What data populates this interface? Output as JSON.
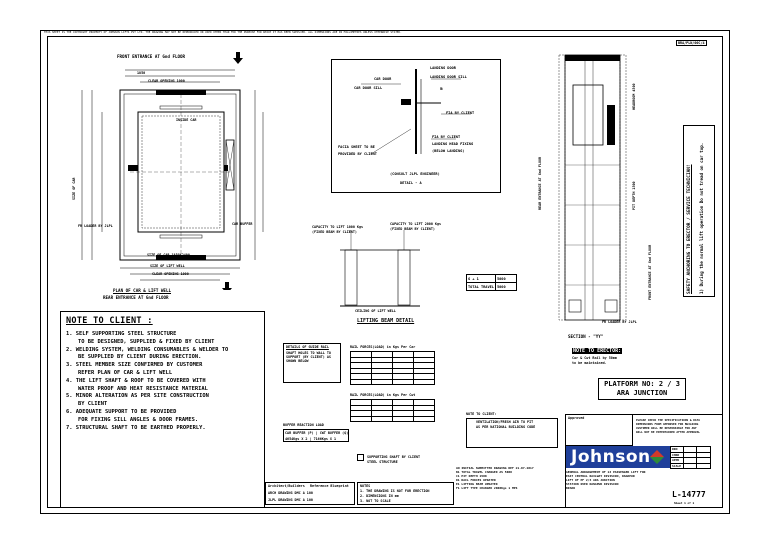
{
  "top_strip": "THIS SHEET IS THE COPYRIGHT PROPERTY OF JOHNSON LIFTS PVT LTD. THE DRAWING MAY NOT BE REPRODUCED OR USED OTHER THAN FOR THE PURPOSE FOR WHICH IT HAS BEEN SUPPLIED. ALL DIMENSIONS ARE IN MILLIMETRES UNLESS OTHERWISE STATED.",
  "corner_ref": "BRA/PLN/00C/4",
  "plan": {
    "front_entrance": "FRONT ENTRANCE AT Gnd FLOOR",
    "rear_entrance": "REAR ENTRANCE AT Gnd FLOOR",
    "plan_title": "PLAN OF CAR & LIFT WELL",
    "dim_top": "1850",
    "dim_clear": "CLEAR OPENING 1000",
    "dim_left": "SIZE OF CAR",
    "inside_car": "INSIDE CAR",
    "car_size": "SIZE OF CAR 1850X2400",
    "clear_well": "SIZE OF LIFT WELL",
    "fr_loader": "FR LOADER BY JLPL",
    "door_label": "CAR BUFFER",
    "dim_bottom": "CLEAR OPENING 1000"
  },
  "detail_a": {
    "car_door": "CAR DOOR",
    "landing_door": "LANDING DOOR",
    "landing_door_sill": "LANDING DOOR SILL",
    "car_door_sill": "CAR DOOR SILL",
    "fia_client": "FIA BY CLIENT",
    "fia_client_2": "FIA BY CLIENT",
    "landing_head": "LANDING HEAD FIXING",
    "below_landing": "(BELOW LANDING)",
    "fascia1": "FACIA SHEET TO BE",
    "fascia2": "PROVIDED BY CLIENT",
    "consult1": "(CONSULT JLPL ENGINEER)",
    "detail_title": "DETAIL - A",
    "m_mark": "m"
  },
  "beam": {
    "title": "LIFTING BEAM DETAIL",
    "left_note": "CAPACITY TO LIFT 1000 Kgs",
    "left_note2": "(FIXED BEAM BY CLIENT)",
    "right_note": "CAPACITY TO LIFT 2000 Kgs",
    "right_note2": "(FIXED BEAM BY CLIENT)",
    "bottom_note": "CEILING OF LIFT WELL"
  },
  "travel_table": {
    "r1_label": "G + 1",
    "r1_value": "5000",
    "r2_label": "TOTAL TRAVEL",
    "r2_value": "5000"
  },
  "section": {
    "title": "SECTION - \"YY\"",
    "fr_loader": "FR LOADER BY JLPL",
    "side_rear": "REAR ENTRANCE AT Gnd FLOOR",
    "side_front": "FRONT ENTRANCE AT Gnd FLOOR",
    "headroom": "HEADROOM 4500",
    "pit": "PIT DEPTH 1500"
  },
  "side_note": {
    "line1": "SAFETY ANCHORING TO ERECTOR / SERVICE TECHNICIAN!",
    "line2": "1) During the normal lift operation Do not tread on car top."
  },
  "erector_note": {
    "title": "NOTE TO ERECTOR:",
    "line1": "Car & Cwt Rail by 50mm",
    "line2": "to be maintained."
  },
  "platform": {
    "line1": "PLATFORM NO: 2 / 3",
    "line2": "ARA JUNCTION"
  },
  "notes": {
    "title": "NOTE TO CLIENT :",
    "items": [
      {
        "n": "1.",
        "text": "SELF SUPPORTING STEEL STRUCTURE",
        "cont": "TO BE DESIGNED, SUPPLIED & FIXED BY CLIENT"
      },
      {
        "n": "2.",
        "text": "WELDING SYSTEM, WELDING CONSUMABLES & WELDER TO",
        "cont": "BE SUPPLIED BY CLIENT DURING ERECTION."
      },
      {
        "n": "3.",
        "text": "STEEL MEMBER SIZE CONFIRMED BY CUSTOMER",
        "cont": "REFER PLAN OF CAR & LIFT WELL"
      },
      {
        "n": "4.",
        "text": "THE LIFT SHAFT & ROOF TO BE COVERED WITH",
        "cont": "WATER PROOF AND HEAT RESISTANCE MATERIAL"
      },
      {
        "n": "5.",
        "text": "MINOR ALTERATION AS PER SITE CONSTRUCTION",
        "cont": "BY CLIENT"
      },
      {
        "n": "6.",
        "text": "ADEQUATE SUPPORT TO BE PROVIDED",
        "cont": "FOR FIXING SILL ANGLES & DOOR FRAMES."
      },
      {
        "n": "7.",
        "text": "STRUCTURAL SHAFT TO BE EARTHED PROPERLY.",
        "cont": ""
      }
    ]
  },
  "middle_tables": {
    "hole_title": "DETAILS OF GUIDE RAIL",
    "hole_text": "SHAFT HOLES TO WALL TO SUPPORT (BY CLIENT) AS SHOWN BELOW",
    "reaction_title": "BUFFER REACTION LOAD",
    "reaction_text": "CAR BUFFER (P) | CWT BUFFER (Q)",
    "reaction_vals": "4654Kgs X 2 | 7166Kgs X 1",
    "t1_title": "RAIL FORCES(LOAD) in Kgs Per Car",
    "t2_title": "RAIL FORCES(LOAD) in Kgs Per Cwt",
    "t3_title": "NOTE TO CLIENT:",
    "t3_sub": "VENTILATION/FRESH AIR TO PIT",
    "t3_sub2": "AS PER NATIONAL BUILDING CODE"
  },
  "legend": {
    "line1": "SUPPORTING SHAFT BY CLIENT",
    "line2": "STEEL STRUCTURE"
  },
  "revision": {
    "r1": "AN INITIAL SUBMITTED DRAWING REF 21.07.2017",
    "r2": "B1 TOTAL TRAVEL CHANGED AS 5000",
    "r3": "C1 PIT DEPTH 1500",
    "r4": "D1 RAIL FORCES UPDATED",
    "r5": "E1 LIFTING BEAM UPDATED",
    "r6": "F1 LIFT TYPE CHANGED 2000Kgs 1 MPS"
  },
  "drawing_info": {
    "line1": "GENERAL ARRANGEMENT OF 13 PASSENGER LIFT FOR",
    "line2": "EAST CENTRAL RAILWAY DIVISION, DANAPUR",
    "line3": "LIFT OF PF 2/3 ARA JUNCTION",
    "line4": "STATION OVER DANAPUR DIVISION",
    "line5": "BIHAR"
  },
  "approval": {
    "hdr": "Approved",
    "line1": "PLEASE CHECK THE SPECIFICATIONS & DATA",
    "line2": "DIMENSIONS FROM APPROVED FOR BUILDING",
    "line3": "CUSTOMER WILL BE RESPONSIBLE FOR ANY",
    "line4": "WILL NOT BE ENTERTAINED AFTER APPROVAL"
  },
  "signatures": {
    "r1": "DRN",
    "r2": "CHKD",
    "r3": "APPD",
    "r4": "SCALE"
  },
  "company": "Johnson",
  "drawing_no": "L-14777",
  "sheet": "Sheet 1 of 1",
  "bottom_table": {
    "h1": "Architect/Builders",
    "h2": "Reference Blueprint",
    "r1": "ARCH  DRAWING   DMC   A   100",
    "r2": "JLPL  DRAWING   DMC   A   100"
  },
  "bottom_note": {
    "line1": "NOTES",
    "line2": "1. THE DRAWING IS NOT FOR ERECTION",
    "line3": "2. DIMENSIONS IN mm",
    "line4": "3. NOT TO SCALE"
  },
  "colors": {
    "logo_blue": "#1f3f9a",
    "logo_arrow_red": "#d23a2a",
    "logo_arrow_green": "#2e8b3a"
  }
}
